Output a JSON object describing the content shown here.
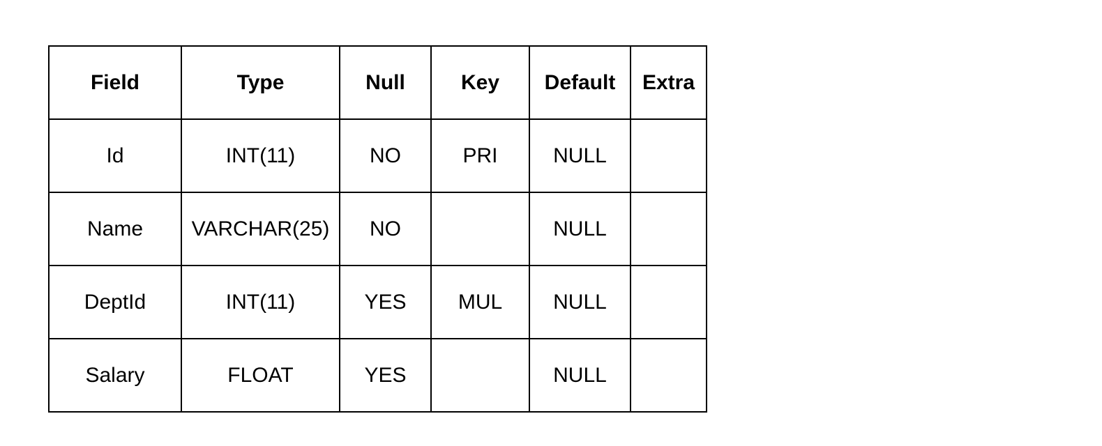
{
  "table": {
    "headers": [
      "Field",
      "Type",
      "Null",
      "Key",
      "Default",
      "Extra"
    ],
    "rows": [
      [
        "Id",
        "INT(11)",
        "NO",
        "PRI",
        "NULL",
        ""
      ],
      [
        "Name",
        "VARCHAR(25)",
        "NO",
        "",
        "NULL",
        ""
      ],
      [
        "DeptId",
        "INT(11)",
        "YES",
        "MUL",
        "NULL",
        ""
      ],
      [
        "Salary",
        "FLOAT",
        "YES",
        "",
        "NULL",
        ""
      ]
    ]
  },
  "colors": {
    "border": "#000000",
    "text": "#000000",
    "background": "#ffffff"
  },
  "chart_data": {
    "type": "table",
    "columns": [
      "Field",
      "Type",
      "Null",
      "Key",
      "Default",
      "Extra"
    ],
    "rows": [
      [
        "Id",
        "INT(11)",
        "NO",
        "PRI",
        "NULL",
        ""
      ],
      [
        "Name",
        "VARCHAR(25)",
        "NO",
        "",
        "NULL",
        ""
      ],
      [
        "DeptId",
        "INT(11)",
        "YES",
        "MUL",
        "NULL",
        ""
      ],
      [
        "Salary",
        "FLOAT",
        "YES",
        "",
        "NULL",
        ""
      ]
    ],
    "title": "",
    "notes": "Database table schema: column definitions with type, nullability, key, default"
  }
}
